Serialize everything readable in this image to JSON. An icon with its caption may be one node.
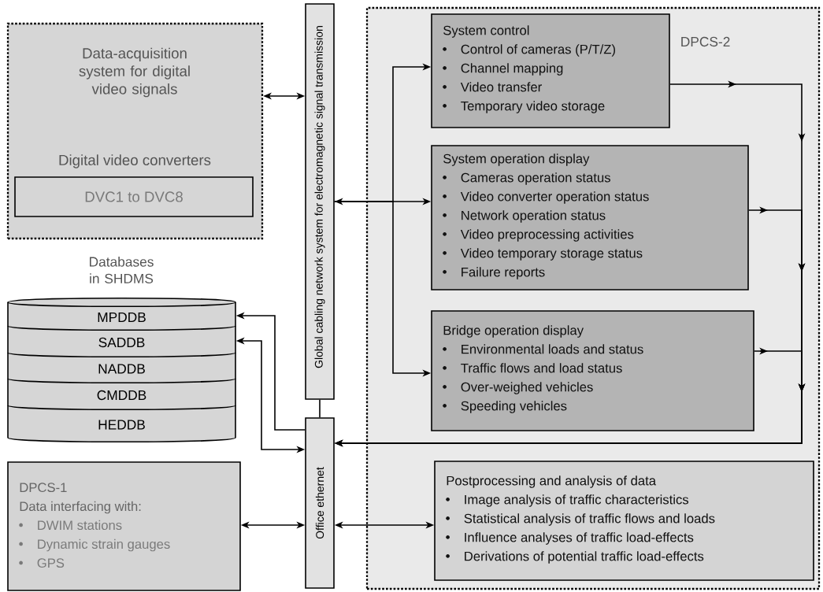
{
  "diagram": {
    "nodes": [
      {
        "text": [
          "Data-acquisition system for digital video signals",
          "Digital video converters"
        ]
      },
      {
        "text": [
          "DVC1 to DVC8"
        ],
        "in": 0
      },
      {
        "text": [
          "Global cabling network system for electromagnetic signal transmission"
        ]
      },
      {
        "text": [
          "Databases in SHDMS"
        ]
      },
      {
        "text": [
          "MPDDB"
        ],
        "in": 3
      },
      {
        "text": [
          "SADDB"
        ],
        "in": 3
      },
      {
        "text": [
          "NADDB"
        ],
        "in": 3
      },
      {
        "text": [
          "CMDDB"
        ],
        "in": 3
      },
      {
        "text": [
          "HEDDB"
        ],
        "in": 3
      },
      {
        "text": [
          "Office ethernet"
        ]
      },
      {
        "text": [
          "DPCS-1",
          "Data interfacing with:",
          "DWIM stations",
          "Dynamic strain gauges",
          "GPS"
        ]
      },
      {
        "text": [
          "DPCS-2"
        ]
      },
      {
        "text": [
          "System control",
          "Control of cameras (P/T/Z)",
          "Channel mapping",
          "Video transfer",
          "Temporary video storage"
        ],
        "in": 11
      },
      {
        "text": [
          "System operation display",
          "Cameras operation status",
          "Video converter operation status",
          "Network operation status",
          "Video preprocessing activities",
          "Video temporary storage status",
          "Failure reports"
        ],
        "in": 11
      },
      {
        "text": [
          "Bridge operation display",
          "Environmental loads and status",
          "Traffic flows and load status",
          "Over-weighed vehicles",
          "Speeding vehicles"
        ],
        "in": 11
      },
      {
        "text": [
          "Postprocessing and analysis of data",
          "Image analysis of traffic characteristics",
          "Statistical analysis of traffic flows and loads",
          "Influence analyses of traffic load-effects",
          "Derivations of potential traffic load-effects"
        ],
        "in": 11
      }
    ],
    "edges": [
      {
        "from": 0,
        "to": 2,
        "arrow": "both"
      },
      {
        "from": 2,
        "to": 12,
        "arrow": "to"
      },
      {
        "from": 2,
        "to": 13,
        "arrow": "both"
      },
      {
        "from": 2,
        "to": 14,
        "arrow": "to"
      },
      {
        "from": 12,
        "to": 9,
        "arrow": "to"
      },
      {
        "from": 13,
        "to": 9,
        "arrow": "to"
      },
      {
        "from": 14,
        "to": 9,
        "arrow": "to"
      },
      {
        "from": 9,
        "to": 4,
        "arrow": "to"
      },
      {
        "from": 9,
        "to": 5,
        "arrow": "both"
      },
      {
        "from": 2,
        "to": 9,
        "arrow": "none"
      },
      {
        "from": 10,
        "to": 9,
        "arrow": "both"
      },
      {
        "from": 9,
        "to": 15,
        "arrow": "both"
      }
    ]
  }
}
